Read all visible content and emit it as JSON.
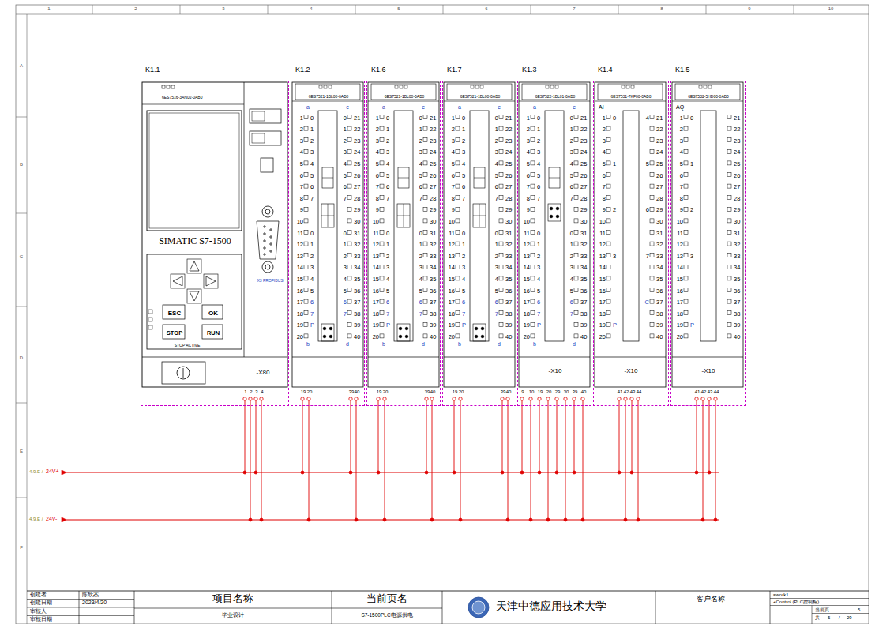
{
  "diagram": {
    "nodes": [
      {
        "text": [
          "-K1.1",
          "6ES7516-3AN02-0AB0",
          "SIMATIC S7-1500",
          "ESC",
          "OK",
          "STOP",
          "RUN",
          "STOP ACTIVE",
          "X3 PROFIBUS",
          "-X80",
          "1",
          "2",
          "3",
          "4"
        ]
      },
      {
        "text": [
          "-K1.2",
          "6ES7521-1BL00-0AB0",
          "a",
          "c",
          "b",
          "d",
          "1",
          "0",
          "0",
          "21",
          "2",
          "1",
          "1",
          "22",
          "3",
          "2",
          "2",
          "23",
          "4",
          "3",
          "3",
          "24",
          "5",
          "4",
          "4",
          "25",
          "6",
          "5",
          "5",
          "26",
          "7",
          "6",
          "6",
          "27",
          "8",
          "7",
          "7",
          "28",
          "9",
          "29",
          "10",
          "30",
          "11",
          "0",
          "0",
          "31",
          "12",
          "1",
          "1",
          "32",
          "13",
          "2",
          "2",
          "33",
          "14",
          "3",
          "3",
          "34",
          "15",
          "4",
          "4",
          "35",
          "16",
          "5",
          "5",
          "36",
          "17",
          "6",
          "6",
          "37",
          "18",
          "7",
          "7",
          "38",
          "19",
          "P",
          "39",
          "20",
          "40",
          "19",
          "20",
          "39",
          "40"
        ]
      },
      {
        "text": [
          "-K1.6",
          "6ES7521-1BL00-0AB0",
          "a",
          "c",
          "b",
          "d",
          "1",
          "0",
          "0",
          "21",
          "2",
          "1",
          "1",
          "22",
          "3",
          "2",
          "2",
          "23",
          "4",
          "3",
          "3",
          "24",
          "5",
          "4",
          "4",
          "25",
          "6",
          "5",
          "5",
          "26",
          "7",
          "6",
          "6",
          "27",
          "8",
          "7",
          "7",
          "28",
          "9",
          "29",
          "10",
          "30",
          "11",
          "0",
          "0",
          "31",
          "12",
          "1",
          "1",
          "32",
          "13",
          "2",
          "2",
          "33",
          "14",
          "3",
          "3",
          "34",
          "15",
          "4",
          "4",
          "35",
          "16",
          "5",
          "5",
          "36",
          "17",
          "6",
          "6",
          "37",
          "18",
          "7",
          "7",
          "38",
          "19",
          "P",
          "39",
          "20",
          "40",
          "19",
          "20",
          "39",
          "40"
        ]
      },
      {
        "text": [
          "-K1.7",
          "6ES7521-1BL00-0AB0",
          "a",
          "c",
          "b",
          "d",
          "1",
          "0",
          "0",
          "21",
          "2",
          "1",
          "1",
          "22",
          "3",
          "2",
          "2",
          "23",
          "4",
          "3",
          "3",
          "24",
          "5",
          "4",
          "4",
          "25",
          "6",
          "5",
          "5",
          "26",
          "7",
          "6",
          "6",
          "27",
          "8",
          "7",
          "7",
          "28",
          "9",
          "29",
          "10",
          "30",
          "11",
          "0",
          "0",
          "31",
          "12",
          "1",
          "1",
          "32",
          "13",
          "2",
          "2",
          "33",
          "14",
          "3",
          "3",
          "34",
          "15",
          "4",
          "4",
          "35",
          "16",
          "5",
          "5",
          "36",
          "17",
          "6",
          "6",
          "37",
          "18",
          "7",
          "7",
          "38",
          "19",
          "P",
          "39",
          "20",
          "40",
          "19",
          "20",
          "39",
          "40"
        ]
      },
      {
        "text": [
          "-K1.3",
          "6ES7522-1BL01-0AB0",
          "a",
          "c",
          "b",
          "d",
          "1",
          "0",
          "0",
          "21",
          "2",
          "1",
          "1",
          "22",
          "3",
          "2",
          "2",
          "23",
          "4",
          "3",
          "3",
          "24",
          "5",
          "4",
          "4",
          "25",
          "6",
          "5",
          "5",
          "26",
          "7",
          "6",
          "6",
          "27",
          "8",
          "7",
          "7",
          "28",
          "9",
          "29",
          "10",
          "30",
          "11",
          "0",
          "0",
          "31",
          "12",
          "1",
          "1",
          "32",
          "13",
          "2",
          "2",
          "33",
          "14",
          "3",
          "3",
          "34",
          "15",
          "4",
          "4",
          "35",
          "16",
          "5",
          "5",
          "36",
          "17",
          "6",
          "6",
          "37",
          "18",
          "7",
          "7",
          "38",
          "19",
          "P",
          "39",
          "20",
          "40",
          "9",
          "10",
          "19",
          "20",
          "29",
          "30",
          "39",
          "40",
          "-X10"
        ]
      },
      {
        "text": [
          "-K1.4",
          "6ES7531-7KF00-0AB0",
          "AI",
          "1",
          "0",
          "4",
          "21",
          "2",
          "22",
          "3",
          "23",
          "4",
          "24",
          "5",
          "1",
          "5",
          "25",
          "6",
          "26",
          "7",
          "27",
          "8",
          "28",
          "9",
          "2",
          "6",
          "29",
          "10",
          "30",
          "11",
          "31",
          "12",
          "32",
          "13",
          "3",
          "7",
          "33",
          "14",
          "34",
          "15",
          "35",
          "16",
          "36",
          "17",
          "C",
          "37",
          "18",
          "38",
          "19",
          "P",
          "39",
          "20",
          "40",
          "41",
          "42",
          "43",
          "44",
          "-X10"
        ]
      },
      {
        "text": [
          "-K1.5",
          "6ES7532-5HD00-0AB0",
          "AQ",
          "1",
          "0",
          "21",
          "2",
          "22",
          "3",
          "23",
          "4",
          "24",
          "5",
          "1",
          "25",
          "6",
          "26",
          "7",
          "27",
          "8",
          "28",
          "9",
          "2",
          "29",
          "10",
          "30",
          "11",
          "31",
          "12",
          "32",
          "13",
          "3",
          "33",
          "14",
          "34",
          "15",
          "35",
          "16",
          "36",
          "17",
          "37",
          "18",
          "38",
          "19",
          "P",
          "39",
          "20",
          "40",
          "41",
          "42",
          "43",
          "44",
          "-X10"
        ]
      }
    ],
    "labels": [
      "1",
      "2",
      "3",
      "4",
      "5",
      "6",
      "7",
      "8",
      "9",
      "10",
      "A",
      "B",
      "C",
      "D",
      "E",
      "F",
      "4.9.E /",
      "24V+",
      "4.9.E /",
      "24V-",
      "创建者",
      "创建日期",
      "审核人",
      "审核日期",
      "陈欣杰",
      "2023/4/20",
      "项目名称",
      "毕业设计",
      "当前页名",
      "S7-1500PLC电源供电",
      "天津中德应用技术大学",
      "客户名称",
      "=work1",
      "+Control (PLC控制柜)",
      "当前页",
      "5",
      "共",
      "5",
      "/",
      "29"
    ]
  }
}
